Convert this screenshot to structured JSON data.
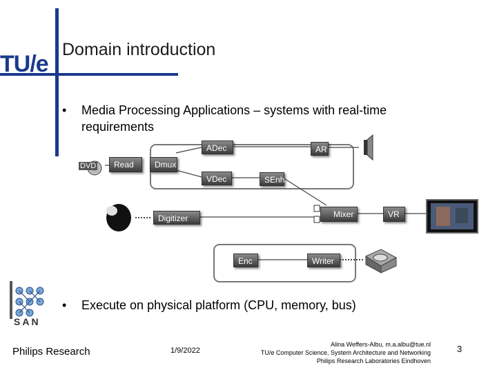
{
  "slide": {
    "title": "Domain introduction",
    "logo_text": "TU/e",
    "bullets": [
      {
        "line1": "Media Processing Applications – systems with real-time",
        "line2": "requirements"
      },
      {
        "line1": "Execute on physical platform (CPU, memory, bus)"
      }
    ],
    "diagram": {
      "dvd": "DVD",
      "read": "Read",
      "dmux": "Dmux",
      "adec": "ADec",
      "ar": "AR",
      "vdec": "VDec",
      "senh": "SEnh",
      "digitizer": "Digitizer",
      "mixer": "Mixer",
      "vr": "VR",
      "enc": "Enc",
      "writer": "Writer"
    },
    "san_text": "SAN",
    "footer": {
      "left": "Philips Research",
      "date": "1/9/2022",
      "author_line1": "Alina Weffers-Albu, m.a.albu@tue.nl",
      "author_line2": "TU/e Computer Science, System Architecture and Networking",
      "author_line3": "Philips Research Laboratories Eindhoven",
      "page": "3"
    }
  },
  "colors": {
    "brand_blue": "#1b3a8c",
    "block_dark": "#3c3c3c"
  }
}
